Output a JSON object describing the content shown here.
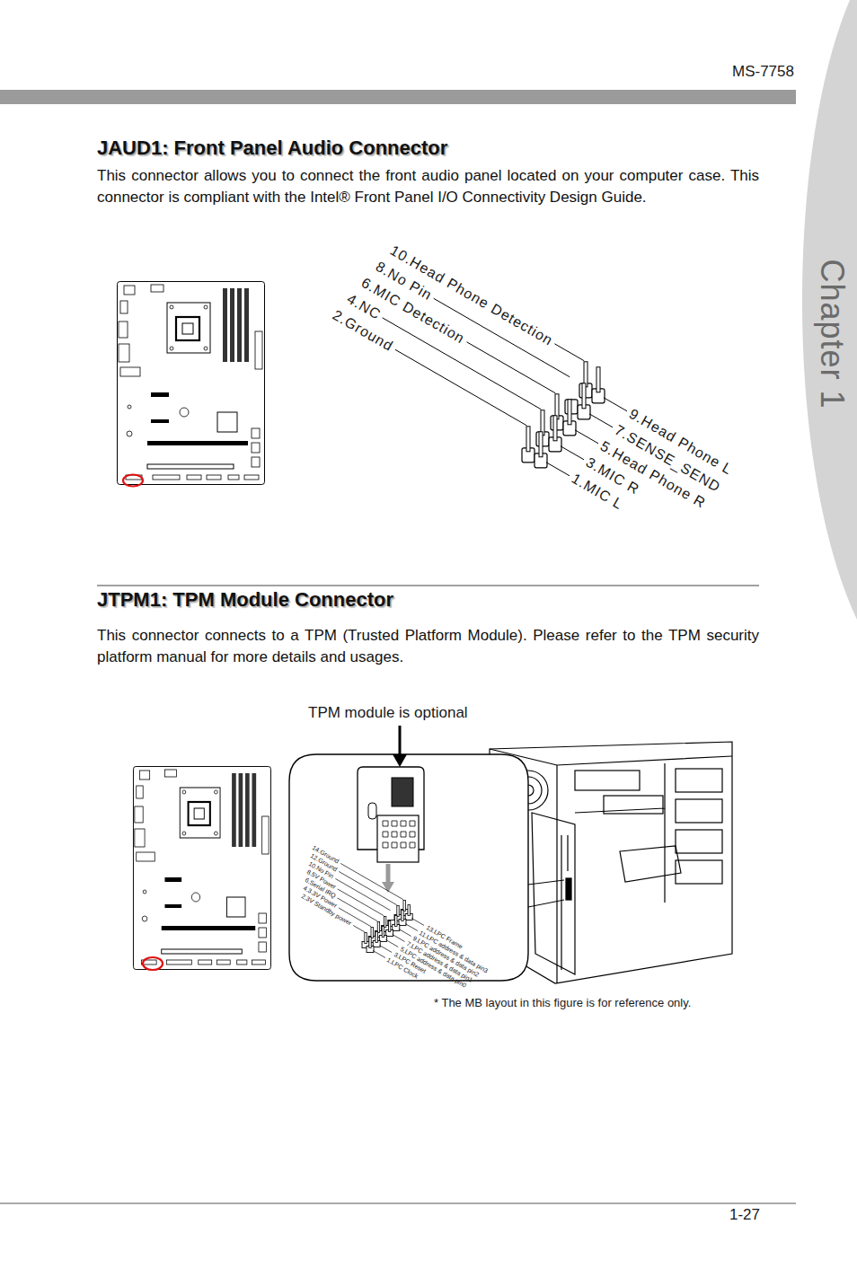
{
  "diagram": {
    "labels": [
      "MS-7758",
      "Chapter 1",
      "JAUD1: Front Panel Audio Connector",
      "This connector allows you to connect the front audio panel located on your computer case. This connector is compliant with the Intel® Front Panel I/O Connectivity Design Guide.",
      "10.Head Phone Detection",
      "8.No Pin",
      "6.MIC Detection",
      "4.NC",
      "2.Ground",
      "9.Head Phone L",
      "7.SENSE_SEND",
      "5.Head Phone R",
      "3.MIC R",
      "1.MIC L",
      "JTPM1: TPM Module Connector",
      "This connector connects to a TPM (Trusted Platform Module). Please refer to the TPM security platform manual for more details and usages.",
      "TPM module is optional",
      "14.Ground",
      "12.Ground",
      "10.No Pin",
      "8.5V Power",
      "6.Serial IRQ",
      "4.3.3V Power",
      "2.3V Standby power",
      "13.LPC Frame",
      "11.LPC address & data pin3",
      "9.LPC address & data pin2",
      "7.LPC address & data pin1",
      "5.LPC address & data pin0",
      "3.LPC Reset",
      "1.LPC Clock",
      "* The MB layout in this figure is for reference only.",
      "1-27"
    ]
  }
}
